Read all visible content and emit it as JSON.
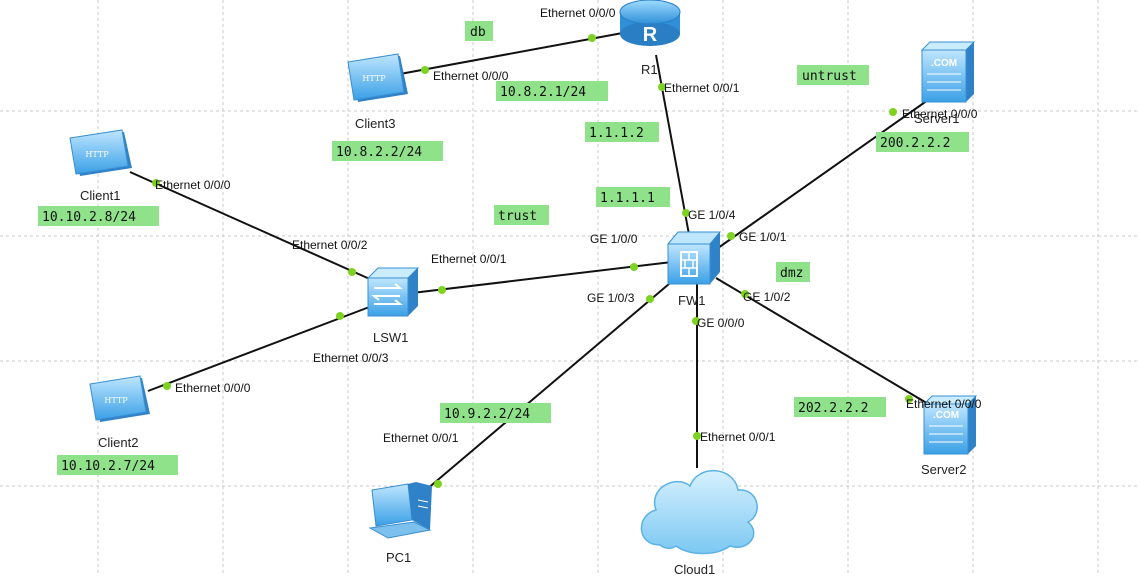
{
  "colors": {
    "tag_bg": "#8fe28a",
    "port_dot": "#7ed321",
    "link": "#111111",
    "grid": "#c8c8c8"
  },
  "devices": [
    {
      "id": "r1",
      "label": "R1",
      "icon": "router-icon"
    },
    {
      "id": "fw1",
      "label": "FW1",
      "icon": "firewall-icon"
    },
    {
      "id": "lsw1",
      "label": "LSW1",
      "icon": "switch-icon"
    },
    {
      "id": "client1",
      "label": "Client1",
      "icon": "http-client-icon"
    },
    {
      "id": "client2",
      "label": "Client2",
      "icon": "http-client-icon"
    },
    {
      "id": "client3",
      "label": "Client3",
      "icon": "http-client-icon"
    },
    {
      "id": "server1",
      "label": "Server1",
      "icon": "server-icon"
    },
    {
      "id": "server2",
      "label": "Server2",
      "icon": "server-icon"
    },
    {
      "id": "pc1",
      "label": "PC1",
      "icon": "pc-icon"
    },
    {
      "id": "cloud1",
      "label": "Cloud1",
      "icon": "cloud-icon"
    }
  ],
  "links": [
    {
      "id": "l1",
      "from": "client3",
      "to": "r1",
      "from_port": "Ethernet 0/0/0",
      "to_port": "Ethernet 0/0/0"
    },
    {
      "id": "l2",
      "from": "r1",
      "to": "fw1",
      "from_port": "Ethernet 0/0/1",
      "to_port": "GE 1/0/4"
    },
    {
      "id": "l3",
      "from": "fw1",
      "to": "server1",
      "from_port": "GE 1/0/1",
      "to_port": "Ethernet 0/0/0"
    },
    {
      "id": "l4",
      "from": "client1",
      "to": "lsw1",
      "from_port": "Ethernet 0/0/0",
      "to_port": "Ethernet 0/0/2"
    },
    {
      "id": "l5",
      "from": "lsw1",
      "to": "fw1",
      "from_port": "Ethernet 0/0/1",
      "to_port": "GE 1/0/0"
    },
    {
      "id": "l6",
      "from": "client2",
      "to": "lsw1",
      "from_port": "Ethernet 0/0/0",
      "to_port": "Ethernet 0/0/3"
    },
    {
      "id": "l7",
      "from": "fw1",
      "to": "pc1",
      "from_port": "GE 1/0/3",
      "to_port": "Ethernet 0/0/1"
    },
    {
      "id": "l8",
      "from": "fw1",
      "to": "cloud1",
      "from_port": "GE 0/0/0",
      "to_port": "Ethernet 0/0/1"
    },
    {
      "id": "l9",
      "from": "fw1",
      "to": "server2",
      "from_port": "GE 1/0/2",
      "to_port": "Ethernet 0/0/0"
    }
  ],
  "tags": [
    {
      "id": "zone-db",
      "text": "db"
    },
    {
      "id": "ip-r1-e0",
      "text": "10.8.2.1/24"
    },
    {
      "id": "ip-client3",
      "text": "10.8.2.2/24"
    },
    {
      "id": "ip-r1-e1",
      "text": "1.1.1.2"
    },
    {
      "id": "ip-fw1-g4",
      "text": "1.1.1.1"
    },
    {
      "id": "zone-untrust",
      "text": "untrust"
    },
    {
      "id": "ip-server1",
      "text": "200.2.2.2"
    },
    {
      "id": "zone-trust",
      "text": "trust"
    },
    {
      "id": "ip-client1",
      "text": "10.10.2.8/24"
    },
    {
      "id": "zone-dmz",
      "text": "dmz"
    },
    {
      "id": "ip-pc1",
      "text": "10.9.2.2/24"
    },
    {
      "id": "ip-server2",
      "text": "202.2.2.2"
    },
    {
      "id": "ip-client2",
      "text": "10.10.2.7/24"
    }
  ]
}
